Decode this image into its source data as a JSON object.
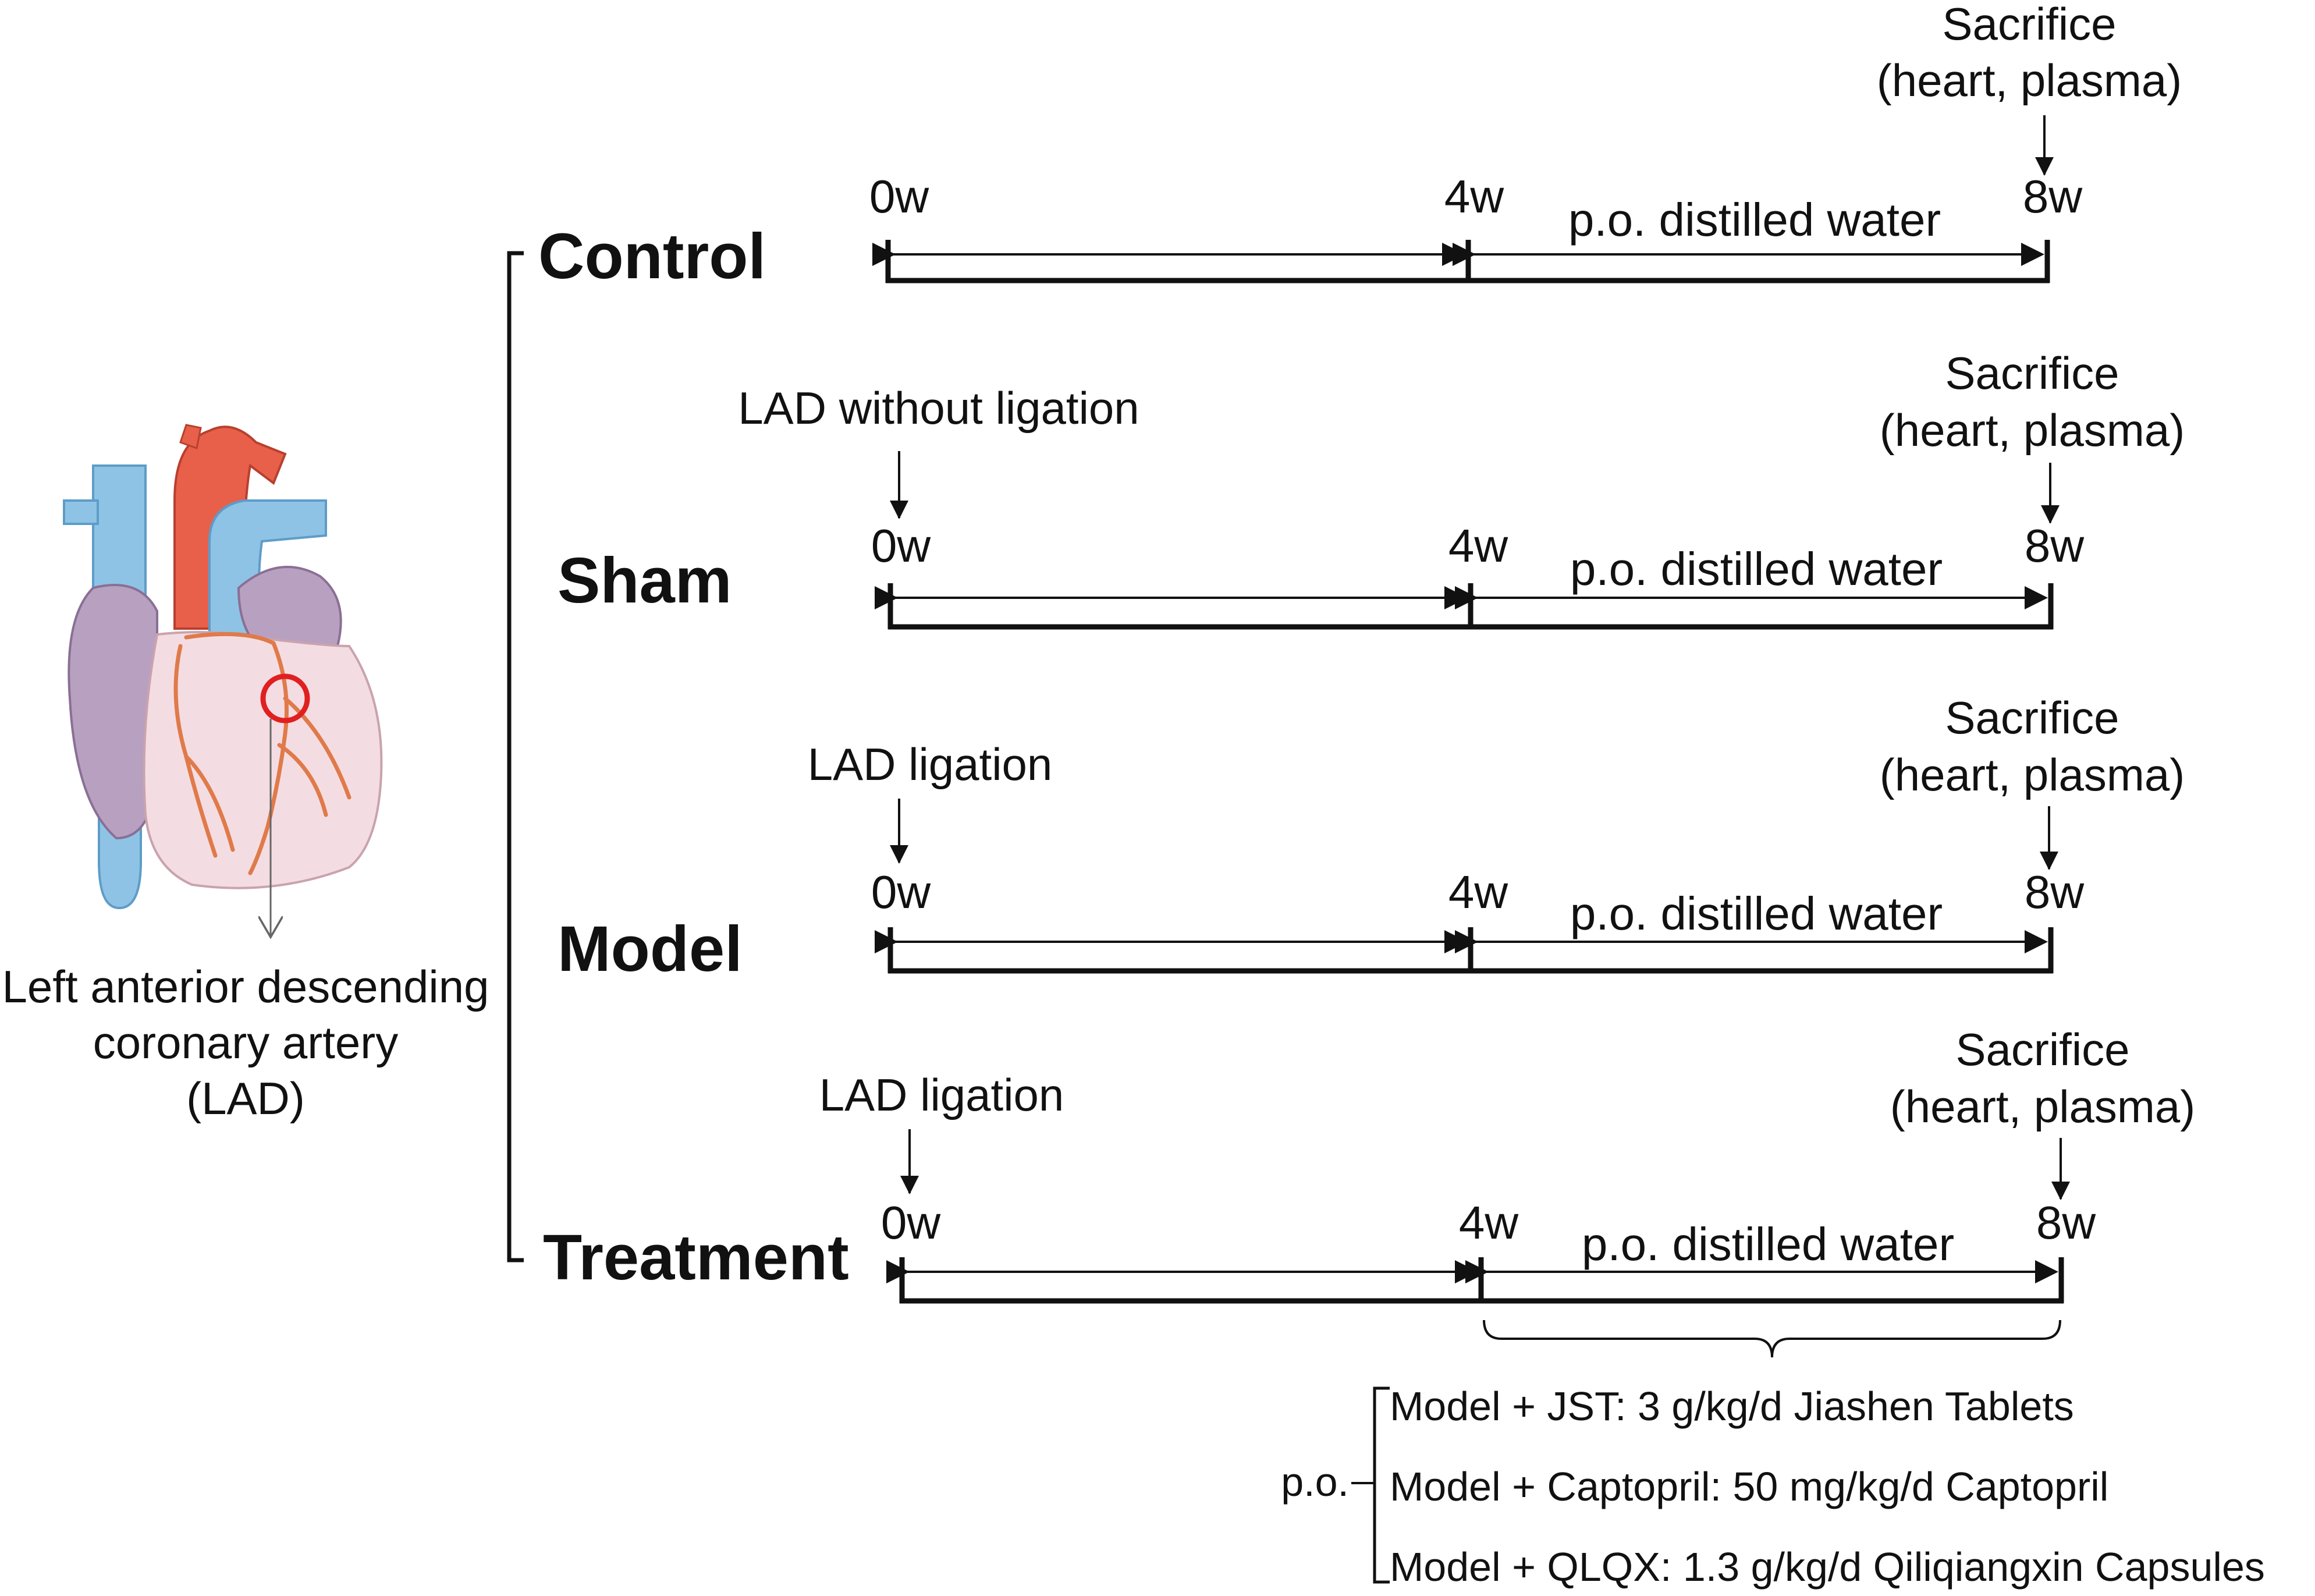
{
  "heart": {
    "label_line1": "Left anterior descending",
    "label_line2": "coronary artery",
    "label_line3": "(LAD)",
    "colors": {
      "vein": "#8ec3e6",
      "aorta": "#e8604a",
      "atrium": "#b8a0c0",
      "ventricle": "#f4dde2",
      "vessel": "#e07a4a",
      "marker": "#e02020"
    }
  },
  "groups": [
    {
      "name": "Control",
      "procedure": "",
      "t0": "0w",
      "t1": "4w",
      "t2": "8w",
      "segment_label": "p.o. distilled water",
      "end_line1": "Sacrifice",
      "end_line2": "(heart, plasma)"
    },
    {
      "name": "Sham",
      "procedure": "LAD without ligation",
      "t0": "0w",
      "t1": "4w",
      "t2": "8w",
      "segment_label": "p.o. distilled water",
      "end_line1": "Sacrifice",
      "end_line2": "(heart, plasma)"
    },
    {
      "name": "Model",
      "procedure": "LAD ligation",
      "t0": "0w",
      "t1": "4w",
      "t2": "8w",
      "segment_label": "p.o. distilled water",
      "end_line1": "Sacrifice",
      "end_line2": "(heart, plasma)"
    },
    {
      "name": "Treatment",
      "procedure": "LAD ligation",
      "t0": "0w",
      "t1": "4w",
      "t2": "8w",
      "segment_label": "p.o. distilled water",
      "end_line1": "Sacrifice",
      "end_line2": "(heart, plasma)"
    }
  ],
  "treatment_options": {
    "route": "p.o.",
    "items": [
      "Model + JST: 3 g/kg/d Jiashen Tablets",
      "Model + Captopril: 50 mg/kg/d Captopril",
      "Model + QLQX: 1.3 g/kg/d Qiliqiangxin Capsules"
    ]
  }
}
